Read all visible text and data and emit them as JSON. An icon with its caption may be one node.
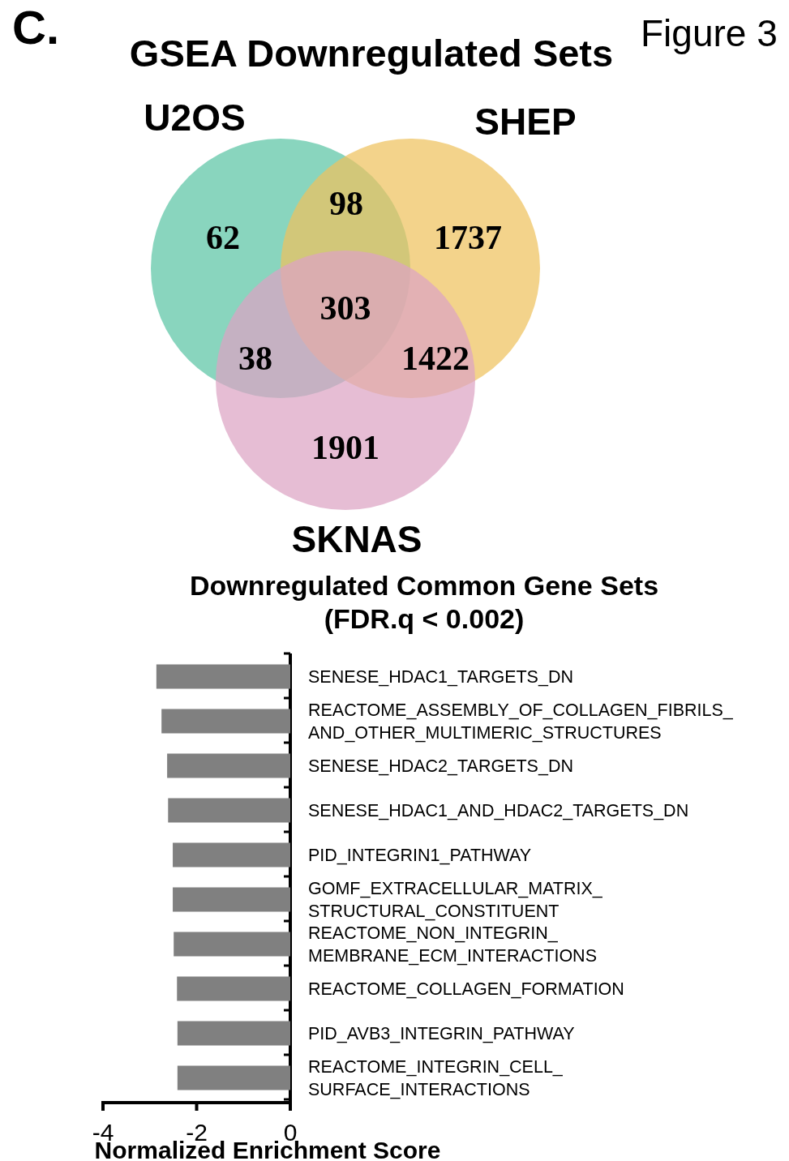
{
  "diagram": {
    "title": "GSEA Downregulated Sets",
    "nodes": [
      {
        "text": [
          "U2OS"
        ]
      },
      {
        "text": [
          "SHEP"
        ]
      },
      {
        "text": [
          "SKNAS"
        ]
      }
    ],
    "labels": [
      "C.",
      "Figure 3",
      "98",
      "62",
      "1737",
      "303",
      "38",
      "1422",
      "1901"
    ],
    "chart_data": {
      "type": "bar",
      "orientation": "horizontal",
      "title": "Downregulated Common Gene Sets (FDR.q < 0.002)",
      "xlabel": "Normalized Enrichment Score",
      "categories": [
        "SENESE_HDAC1_TARGETS_DN",
        "REACTOME_ASSEMBLY_OF_COLLAGEN_FIBRILS_ AND_OTHER_MULTIMERIC_STRUCTURES",
        "SENESE_HDAC2_TARGETS_DN",
        "SENESE_HDAC1_AND_HDAC2_TARGETS_DN",
        "PID_INTEGRIN1_PATHWAY",
        "GOMF_EXTRACELLULAR_MATRIX_ STRUCTURAL_CONSTITUENT",
        "REACTOME_NON_INTEGRIN_ MEMBRANE_ECM_INTERACTIONS",
        "REACTOME_COLLAGEN_FORMATION",
        "PID_AVB3_INTEGRIN_PATHWAY",
        "REACTOME_INTEGRIN_CELL_ SURFACE_INTERACTIONS"
      ],
      "series": [
        {
          "color": "#808080",
          "values": [
            -2.86,
            -2.75,
            -2.63,
            -2.61,
            -2.51,
            -2.51,
            -2.49,
            -2.42,
            -2.41,
            -2.41
          ]
        }
      ],
      "xlim": [
        -4,
        0
      ],
      "xticks": [
        -4,
        -2,
        0
      ]
    }
  }
}
